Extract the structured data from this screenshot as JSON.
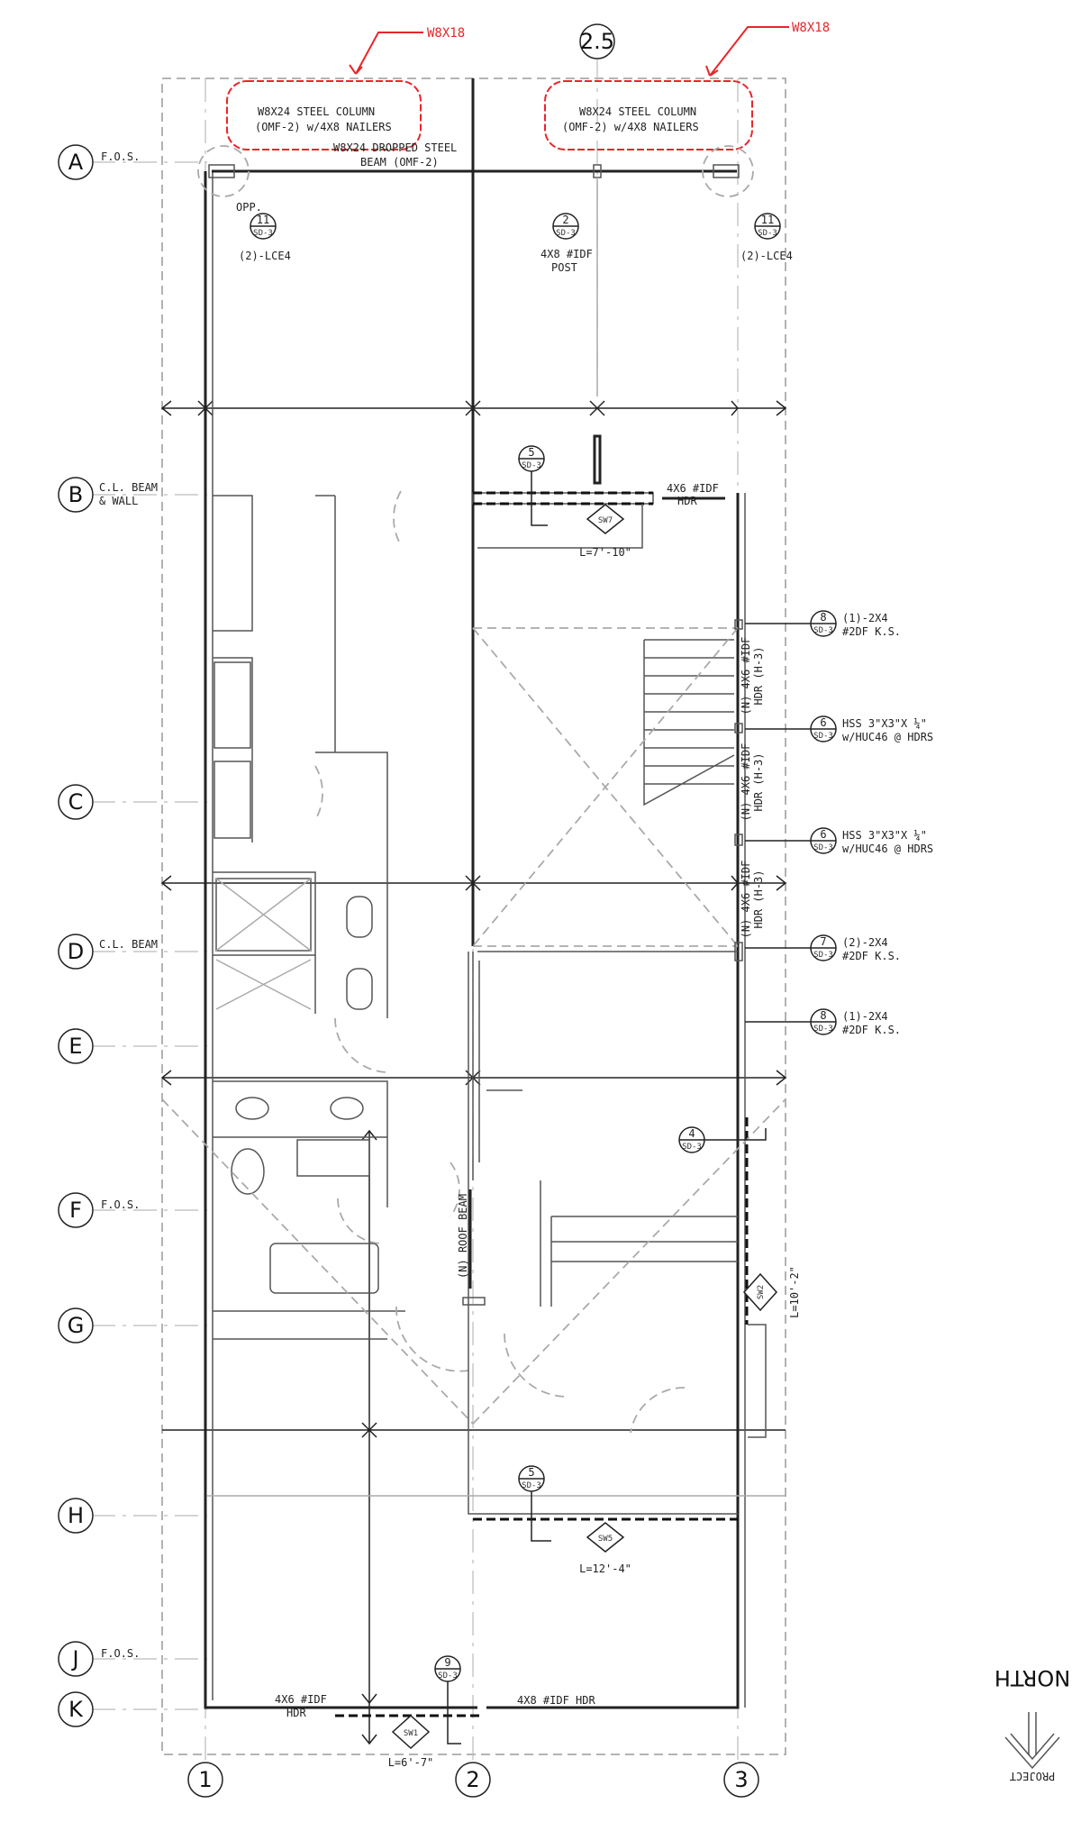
{
  "revisions": {
    "left": "W8X18",
    "right": "W8X18",
    "color": "#e8262b"
  },
  "grid_columns": [
    "1",
    "2",
    "2.5",
    "3"
  ],
  "grid_rows": [
    "A",
    "B",
    "C",
    "D",
    "E",
    "F",
    "G",
    "H",
    "J",
    "K"
  ],
  "row_notes": {
    "a": "F.O.S.",
    "b_line1": "C.L. BEAM",
    "b_line2": "& WALL",
    "d": "C.L. BEAM",
    "f": "F.O.S.",
    "j": "F.O.S."
  },
  "top_notes": {
    "col_left_line1": "W8X24 STEEL COLUMN",
    "col_left_line2": "(OMF-2) w/4X8 NAILERS",
    "col_right_line1": "W8X24 STEEL COLUMN",
    "col_right_line2": "(OMF-2) w/4X8 NAILERS",
    "beam_line1": "W8X24 DROPPED STEEL",
    "beam_line2": "BEAM (OMF-2)",
    "opp": "OPP.",
    "lce_left": "(2)-LCE4",
    "lce_right": "(2)-LCE4",
    "post_line1": "4X8 #IDF",
    "post_line2": "POST"
  },
  "detail_refs": {
    "d11a": {
      "num": "11",
      "sheet": "SD-3"
    },
    "d2": {
      "num": "2",
      "sheet": "SD-3"
    },
    "d11b": {
      "num": "11",
      "sheet": "SD-3"
    },
    "d5a": {
      "num": "5",
      "sheet": "SD-3"
    },
    "d8a": {
      "num": "8",
      "sheet": "SD-3"
    },
    "d6a": {
      "num": "6",
      "sheet": "SD-3"
    },
    "d6b": {
      "num": "6",
      "sheet": "SD-3"
    },
    "d7": {
      "num": "7",
      "sheet": "SD-3"
    },
    "d8b": {
      "num": "8",
      "sheet": "SD-3"
    },
    "d4": {
      "num": "4",
      "sheet": "SD-3"
    },
    "d5b": {
      "num": "5",
      "sheet": "SD-3"
    },
    "d9": {
      "num": "9",
      "sheet": "SD-3"
    }
  },
  "callouts": {
    "c8a_1": "(1)-2X4",
    "c8a_2": "#2DF K.S.",
    "c6a_1": "HSS 3\"X3\"X ¼\"",
    "c6a_2": "w/HUC46 @ HDRS",
    "c6b_1": "HSS 3\"X3\"X ¼\"",
    "c6b_2": "w/HUC46 @ HDRS",
    "c7_1": "(2)-2X4",
    "c7_2": "#2DF K.S.",
    "c8b_1": "(1)-2X4",
    "c8b_2": "#2DF K.S."
  },
  "headers": {
    "hdr_top_1": "4X6 #IDF",
    "hdr_top_2": "HDR",
    "hdr_n1_1": "(N) 4X6 #IDF",
    "hdr_n1_2": "HDR (H-3)",
    "hdr_n2_1": "(N) 4X6 #IDF",
    "hdr_n2_2": "HDR (H-3)",
    "hdr_n3_1": "(N) 4X6 #IDF",
    "hdr_n3_2": "HDR (H-3)",
    "roof_beam": "(N) ROOF BEAM",
    "hdr_bot_left_1": "4X6 #IDF",
    "hdr_bot_left_2": "HDR",
    "hdr_bot_right": "4X8 #IDF HDR"
  },
  "shear_walls": [
    {
      "id": "SW7",
      "length": "L=7'-10\""
    },
    {
      "id": "SW2",
      "length": "L=10'-2\""
    },
    {
      "id": "SW5",
      "length": "L=12'-4\""
    },
    {
      "id": "SW1",
      "length": "L=6'-7\""
    }
  ],
  "north_arrow": {
    "word1": "NORTH",
    "word2": "PROJECT"
  }
}
